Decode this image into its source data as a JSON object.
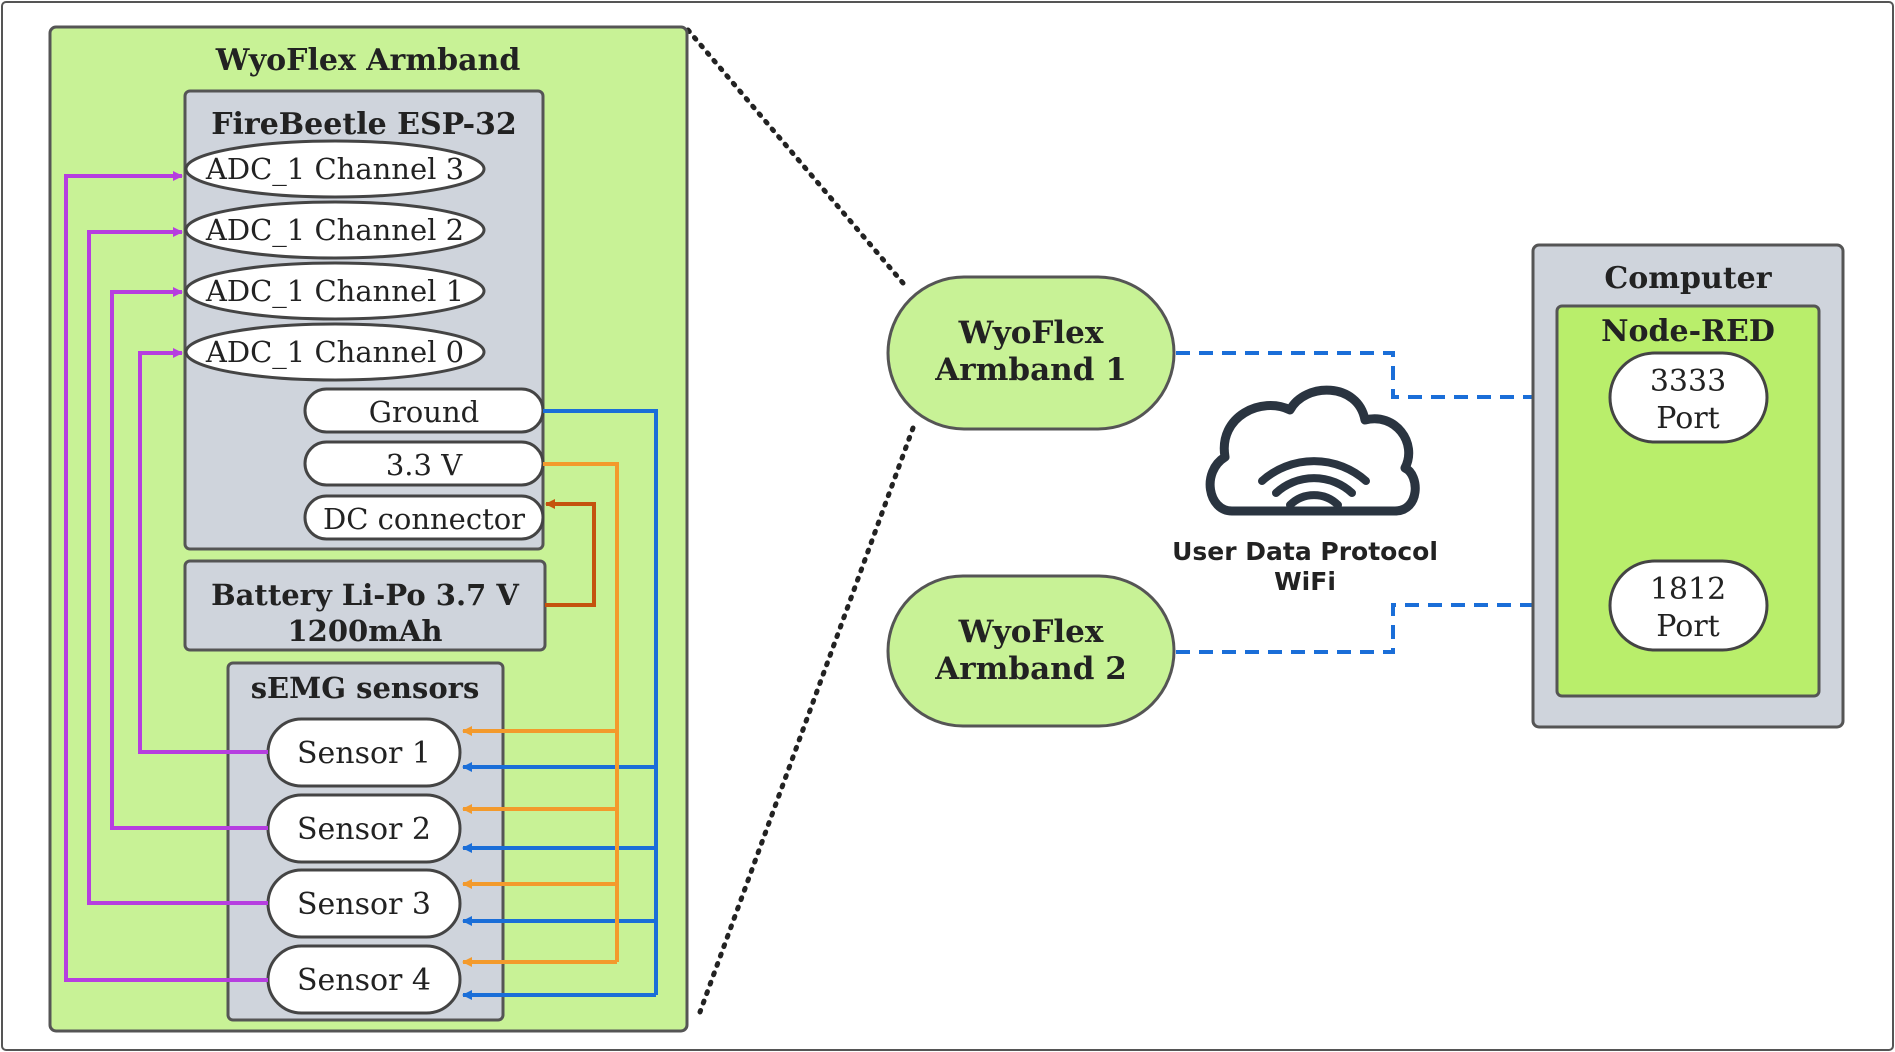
{
  "armband": {
    "title": "WyoFlex Armband",
    "mcu": {
      "title": "FireBeetle ESP-32",
      "adc_channels": [
        "ADC_1 Channel 3",
        "ADC_1 Channel 2",
        "ADC_1 Channel 1",
        "ADC_1 Channel 0"
      ],
      "power_pins": [
        "Ground",
        "3.3 V",
        "DC connector"
      ]
    },
    "battery": {
      "line1": "Battery Li-Po 3.7 V",
      "line2": "1200mAh"
    },
    "sensors": {
      "title": "sEMG sensors",
      "items": [
        "Sensor 1",
        "Sensor 2",
        "Sensor 3",
        "Sensor 4"
      ]
    }
  },
  "devices": [
    {
      "line1": "WyoFlex",
      "line2": "Armband 1"
    },
    {
      "line1": "WyoFlex",
      "line2": "Armband 2"
    }
  ],
  "network": {
    "line1": "User Data Protocol",
    "line2": "WiFi",
    "icon": "wifi-cloud-icon"
  },
  "computer": {
    "title": "Computer",
    "app": "Node-RED",
    "ports": [
      {
        "number": "3333",
        "label": "Port"
      },
      {
        "number": "1812",
        "label": "Port"
      }
    ]
  },
  "colors": {
    "green_box": "#c8f296",
    "bright_green": "#b9ee6b",
    "gray_box": "#cfd4dc",
    "signal": "#b63ee0",
    "ground": "#1a6ed8",
    "power": "#f39a2c",
    "dc": "#c4530e",
    "udp": "#1a6ed8"
  }
}
